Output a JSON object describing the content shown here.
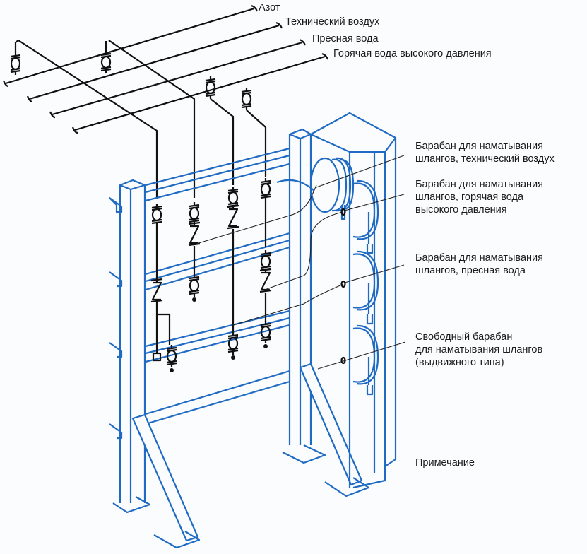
{
  "diagram": {
    "colors": {
      "structure": "#1f6bc4",
      "piping": "#111111",
      "text": "#1a1a1a",
      "background": "#fbfcfd"
    },
    "pipelines": [
      {
        "id": "nitrogen",
        "label": "Азот"
      },
      {
        "id": "service-air",
        "label": "Технический воздух"
      },
      {
        "id": "fresh-water",
        "label": "Пресная вода"
      },
      {
        "id": "hp-hot-water",
        "label": "Горячая вода высокого давления"
      }
    ],
    "callouts": [
      {
        "id": "reel-service-air",
        "lines": [
          "Барабан для наматывания",
          "шлангов, технический воздух"
        ]
      },
      {
        "id": "reel-hp-hot-water",
        "lines": [
          "Барабан для наматывания",
          "шлангов, горячая вода",
          "высокого давления"
        ]
      },
      {
        "id": "reel-fresh-water",
        "lines": [
          "Барабан для наматывания",
          "шлангов, пресная вода"
        ]
      },
      {
        "id": "reel-free",
        "lines": [
          "Свободный барабан",
          "для наматывания шлангов",
          "(выдвижного типа)"
        ]
      }
    ],
    "note": "Примечание"
  }
}
